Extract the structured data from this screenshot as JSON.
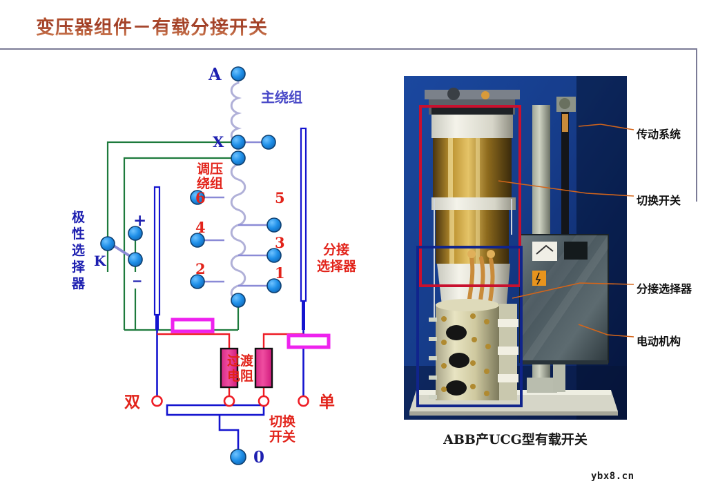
{
  "slide": {
    "title": "变压器组件－有载分接开关",
    "watermark": "ybx8.cn"
  },
  "diagram": {
    "terminals": {
      "a": "A",
      "x": "X",
      "zero": "0",
      "k": "K",
      "plus": "＋",
      "minus": "－"
    },
    "labels": {
      "main_winding": "主绕组",
      "regulating_winding": "调压绕组",
      "polarity_selector": "极性选择器",
      "tap_selector": "分接选择器",
      "transition_resistor": "过渡电阻",
      "diverter_switch": "切换开关",
      "even": "双",
      "odd": "单"
    },
    "tap_numbers_left": [
      "6",
      "4",
      "2"
    ],
    "tap_numbers_right": [
      "5",
      "3",
      "1"
    ],
    "colors": {
      "node": "#1f8fe8",
      "wire_blue": "#1414cf",
      "wire_green": "#1d7a3c",
      "wire_red": "#ee1c25",
      "wire_violet": "#8a8ad6",
      "selector_magenta": "#ee22ee",
      "resistor_fill": "#e0368f",
      "label_red": "#e2231a",
      "label_blue": "#1d1fb0"
    }
  },
  "photo": {
    "caption": "ABB产UCG型有载开关",
    "highlight_boxes": [
      {
        "name": "diverter-switch-box",
        "color": "#c8102e"
      },
      {
        "name": "tap-selector-box",
        "color": "#10248c"
      }
    ],
    "callouts": [
      {
        "id": "drive-system",
        "label": "传动系统"
      },
      {
        "id": "diverter-switch",
        "label": "切换开关"
      },
      {
        "id": "tap-selector",
        "label": "分接选择器"
      },
      {
        "id": "motor-drive",
        "label": "电动机构"
      }
    ]
  }
}
